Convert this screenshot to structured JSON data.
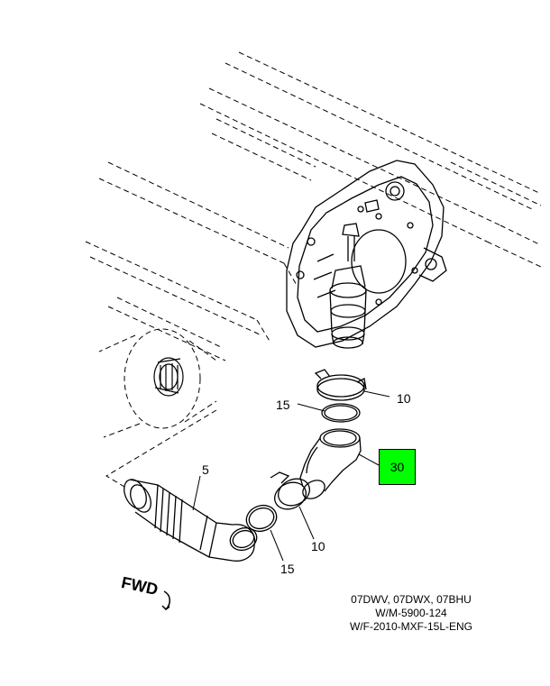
{
  "callouts": {
    "clamp_upper": "10",
    "seal_upper": "15",
    "elbow": "30",
    "pipe": "5",
    "clamp_lower": "10",
    "seal_lower": "15"
  },
  "orientation": {
    "label": "FWD"
  },
  "footer": {
    "line1": "07DWV, 07DWX, 07BHU",
    "line2": "W/M-5900-124",
    "line3": "W/F-2010-MXF-15L-ENG"
  },
  "colors": {
    "highlight": "#00ff00",
    "ink": "#000000",
    "background": "#ffffff"
  }
}
